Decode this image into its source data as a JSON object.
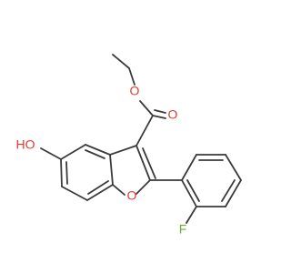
{
  "molecule": {
    "atoms": {
      "ester_carbonyl_oxygen": "O",
      "ester_ether_oxygen": "O",
      "hydroxyl": "HO",
      "furan_oxygen": "O",
      "fluorine": "F"
    }
  }
}
